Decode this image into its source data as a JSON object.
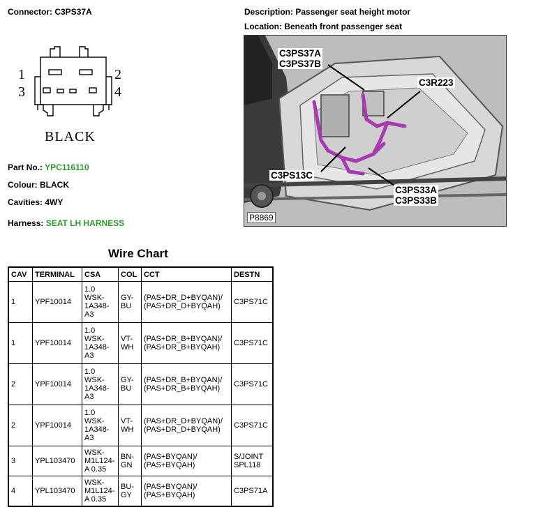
{
  "connector": {
    "label": "Connector:",
    "value": "C3PS37A"
  },
  "description": {
    "label": "Description:",
    "value": "Passenger seat height motor"
  },
  "location": {
    "label": "Location:",
    "value": "Beneath front passenger seat"
  },
  "diagram": {
    "pins": [
      "1",
      "2",
      "3",
      "4"
    ],
    "color_text": "BLACK"
  },
  "part_no": {
    "label": "Part No.:",
    "value": "YPC116110"
  },
  "colour": {
    "label": "Colour:",
    "value": "BLACK"
  },
  "cavities": {
    "label": "Cavities:",
    "value": "4WY"
  },
  "harness": {
    "label": "Harness:",
    "value": "SEAT LH HARNESS"
  },
  "photo": {
    "callouts": [
      "C3PS37A\nC3PS37B",
      "C3R223",
      "C3PS13C",
      "C3PS33A\nC3PS33B"
    ],
    "code": "P8869"
  },
  "wire_chart": {
    "title": "Wire Chart",
    "headers": [
      "CAV",
      "TERMINAL",
      "CSA",
      "COL",
      "CCT",
      "DESTN"
    ],
    "rows": [
      {
        "cav": "1",
        "terminal": "YPF10014",
        "csa": "1.0\nWSK-\n1A348-\nA3",
        "col": "GY-\nBU",
        "cct": "(PAS+DR_D+BYQAN)/\n(PAS+DR_D+BYQAH)",
        "destn": "C3PS71C"
      },
      {
        "cav": "1",
        "terminal": "YPF10014",
        "csa": "1.0\nWSK-\n1A348-\nA3",
        "col": "VT-\nWH",
        "cct": "(PAS+DR_B+BYQAN)/\n(PAS+DR_B+BYQAH)",
        "destn": "C3PS71C"
      },
      {
        "cav": "2",
        "terminal": "YPF10014",
        "csa": "1.0\nWSK-\n1A348-\nA3",
        "col": "GY-\nBU",
        "cct": "(PAS+DR_B+BYQAN)/\n(PAS+DR_B+BYQAH)",
        "destn": "C3PS71C"
      },
      {
        "cav": "2",
        "terminal": "YPF10014",
        "csa": "1.0\nWSK-\n1A348-\nA3",
        "col": "VT-\nWH",
        "cct": "(PAS+DR_D+BYQAN)/\n(PAS+DR_D+BYQAH)",
        "destn": "C3PS71C"
      },
      {
        "cav": "3",
        "terminal": "YPL103470",
        "csa": "WSK-\nM1L124-\nA 0.35",
        "col": "BN-\nGN",
        "cct": "(PAS+BYQAN)/\n(PAS+BYQAH)",
        "destn": "S/JOINT\nSPL118"
      },
      {
        "cav": "4",
        "terminal": "YPL103470",
        "csa": "WSK-\nM1L124-\nA 0.35",
        "col": "BU-\nGY",
        "cct": "(PAS+BYQAN)/\n(PAS+BYQAH)",
        "destn": "C3PS71A"
      }
    ]
  }
}
